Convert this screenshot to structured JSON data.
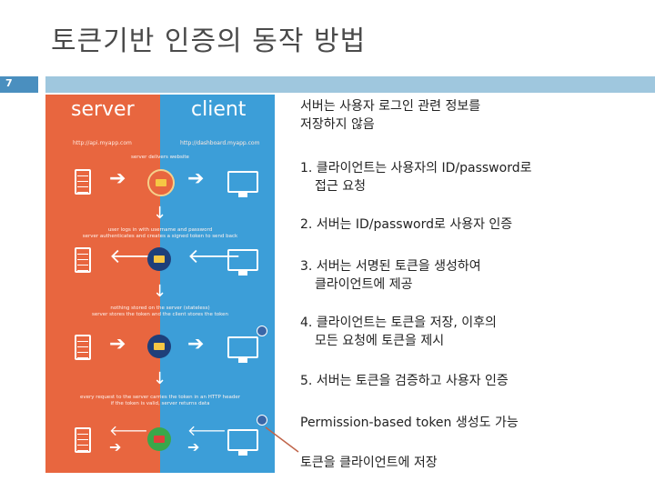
{
  "slide": {
    "title": "토큰기반 인증의 동작 방법",
    "number": "7"
  },
  "diagram": {
    "server_header": "server",
    "client_header": "client",
    "server_url": "http://api.myapp.com",
    "client_url": "http://dashboard.myapp.com",
    "note_1": "server delivers website",
    "note_2a": "user logs in with username and password",
    "note_2b": "server authenticates and creates a signed token to send back",
    "note_3a": "nothing stored on the server (stateless)",
    "note_3b": "server stores the token and the client stores the token",
    "note_4a": "every request to the server carries the token in an HTTP header",
    "note_4b": "if the token is valid, server returns data",
    "colors": {
      "server": "#e8663f",
      "client": "#3c9ed8"
    }
  },
  "content": {
    "intro_line1": "서버는 사용자 로그인 관련 정보를",
    "intro_line2": "저장하지 않음",
    "step1_line1": "1. 클라이언트는 사용자의 ID/password로",
    "step1_line2": "접근 요청",
    "step2": "2. 서버는 ID/password로 사용자 인증",
    "step3_line1": "3. 서버는 서명된 토큰을 생성하여",
    "step3_line2": "클라이언트에 제공",
    "step4_line1": "4. 클라이언트는 토큰을 저장, 이후의",
    "step4_line2": "모든 요청에 토큰을 제시",
    "step5": "5. 서버는 토큰을 검증하고 사용자 인증",
    "permission": "Permission-based token 생성도 가능",
    "callout": "토큰을 클라이언트에 저장"
  }
}
